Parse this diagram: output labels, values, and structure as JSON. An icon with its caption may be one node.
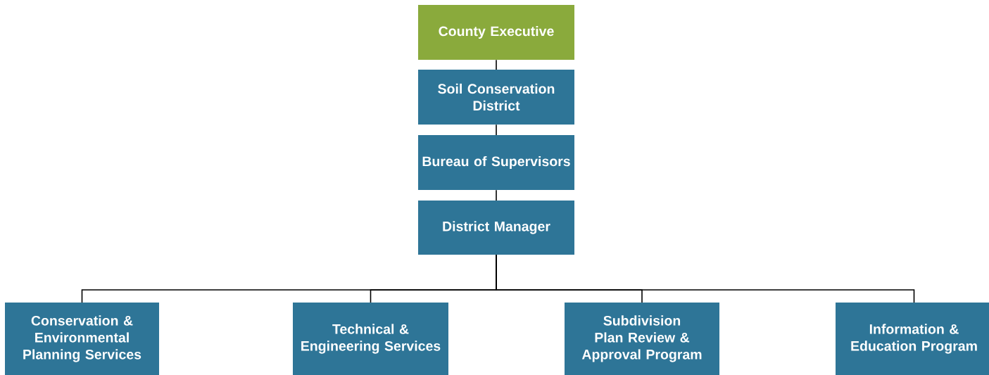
{
  "diagram": {
    "nodes": [
      {
        "text": [
          "County Executive"
        ]
      },
      {
        "text": [
          "Soil Conservation District"
        ]
      },
      {
        "text": [
          "Bureau of Supervisors"
        ]
      },
      {
        "text": [
          "District Manager"
        ]
      },
      {
        "text": [
          "Conservation & Environmental Planning Services"
        ]
      },
      {
        "text": [
          "Technical & Engineering Services"
        ]
      },
      {
        "text": [
          "Subdivision Plan Review & Approval Program"
        ]
      },
      {
        "text": [
          "Information & Education Program"
        ]
      }
    ],
    "edges": [
      {
        "from": 0,
        "to": 1,
        "arrow": "none"
      },
      {
        "from": 1,
        "to": 2,
        "arrow": "none"
      },
      {
        "from": 2,
        "to": 3,
        "arrow": "none"
      },
      {
        "from": 3,
        "to": 4,
        "arrow": "none"
      },
      {
        "from": 3,
        "to": 5,
        "arrow": "none"
      },
      {
        "from": 3,
        "to": 6,
        "arrow": "none"
      },
      {
        "from": 3,
        "to": 7,
        "arrow": "none"
      }
    ]
  }
}
